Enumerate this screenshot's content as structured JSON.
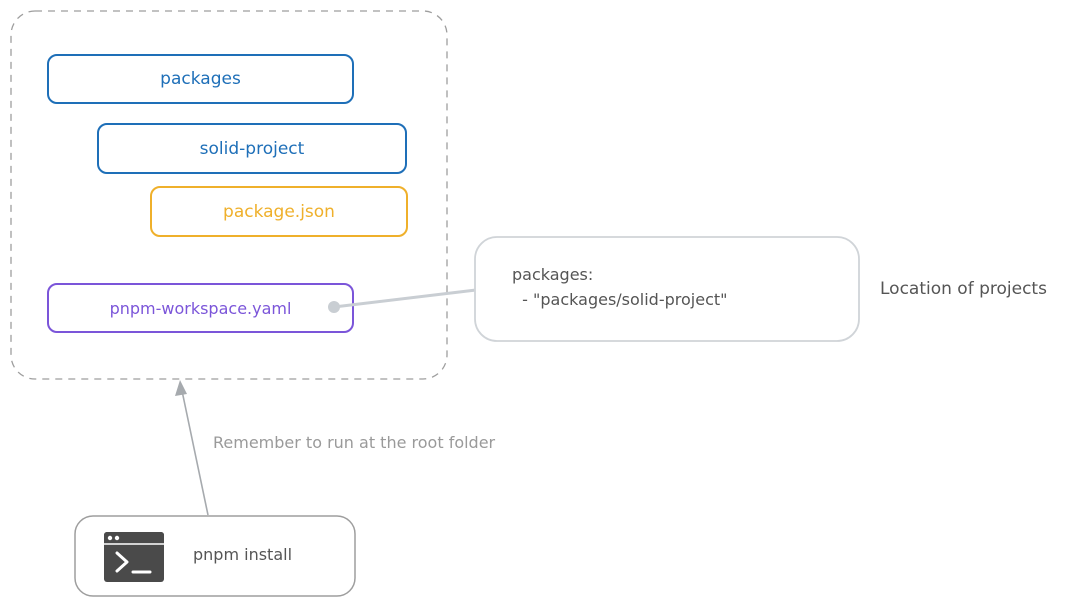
{
  "folder": {
    "packages": "packages",
    "project": "solid-project",
    "package_json": "package.json",
    "workspace_file": "pnpm-workspace.yaml"
  },
  "config": {
    "line1": "packages:",
    "line2": "  - \"packages/solid-project\""
  },
  "annotations": {
    "location": "Location of projects",
    "root_note": "Remember to run at the root folder"
  },
  "command": {
    "text": "pnpm install",
    "icon": "terminal-icon"
  },
  "colors": {
    "blue": "#1e6fb8",
    "yellow": "#efb02b",
    "purple": "#7b55d9",
    "gray_stroke": "#9e9e9e",
    "connector": "#c9ced3",
    "text_gray": "#8c8c8c",
    "terminal": "#4a4a4a"
  }
}
